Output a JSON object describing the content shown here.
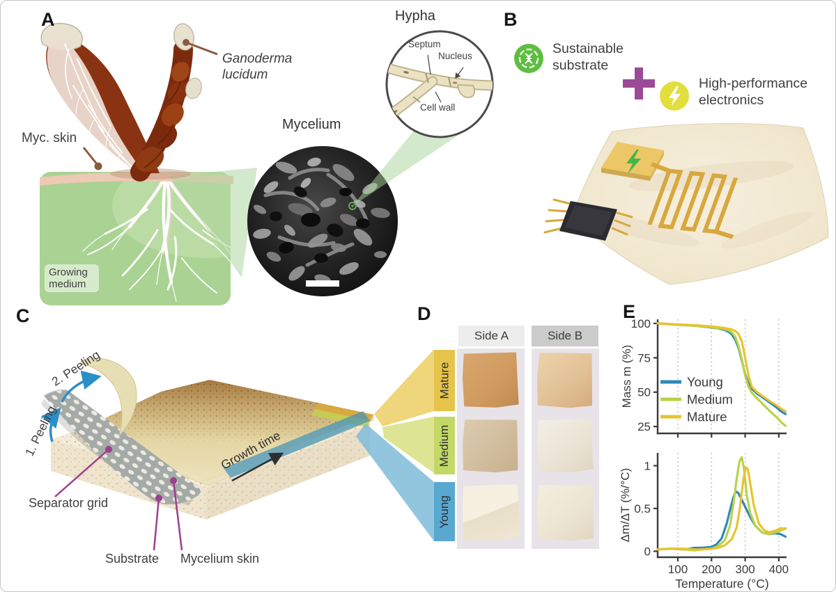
{
  "figure": {
    "panel_a": {
      "label": "A",
      "species": "Ganoderma lucidum",
      "myc_skin": "Myc. skin",
      "growing_medium": "Growing medium",
      "mycelium_title": "Mycelium",
      "hypha_title": "Hypha",
      "septum": "Septum",
      "nucleus": "Nucleus",
      "cell_wall": "Cell wall"
    },
    "panel_b": {
      "label": "B",
      "sustainable": "Sustainable substrate",
      "high_performance": "High-performance electronics"
    },
    "panel_c": {
      "label": "C",
      "peeling_1": "1. Peeling",
      "peeling_2": "2. Peeling",
      "growth_time": "Growth time",
      "separator_grid": "Separator grid",
      "substrate": "Substrate",
      "mycelium_skin": "Mycelium skin"
    },
    "panel_d": {
      "label": "D",
      "side_a": "Side A",
      "side_b": "Side B",
      "rows": [
        {
          "label": "Mature",
          "color": "#e6c34a"
        },
        {
          "label": "Medium",
          "color": "#c2d967"
        },
        {
          "label": "Young",
          "color": "#58a8d0"
        }
      ]
    },
    "panel_e": {
      "label": "E"
    },
    "colors": {
      "young": "#2f88b8",
      "medium": "#b9d24c",
      "mature": "#e9c32e",
      "plus": "#9a4a96",
      "pointer": "#9c3f8f"
    }
  },
  "chart_data": [
    {
      "type": "line",
      "title": "",
      "xlabel": "",
      "ylabel": "Mass m (%)",
      "x_axis": {
        "min": 40,
        "max": 423,
        "gridlines": [
          100,
          200,
          300,
          400
        ],
        "tick_labels": []
      },
      "y_axis": {
        "min": 20,
        "max": 103,
        "ticks": [
          25,
          50,
          75,
          100
        ]
      },
      "legend_position": "center-left",
      "grid": "dotted-vertical",
      "series": [
        {
          "name": "Young",
          "color": "#2f88b8",
          "x": [
            40,
            100,
            150,
            200,
            220,
            240,
            250,
            260,
            270,
            280,
            290,
            300,
            310,
            320,
            335,
            350,
            370,
            390,
            410,
            420
          ],
          "y": [
            100,
            99,
            98.4,
            97,
            96.4,
            95.2,
            94,
            92,
            88.5,
            82.5,
            73,
            63,
            56.5,
            52.5,
            49,
            46.5,
            43,
            39.5,
            35.5,
            34
          ]
        },
        {
          "name": "Medium",
          "color": "#b9d24c",
          "x": [
            40,
            100,
            150,
            200,
            220,
            240,
            250,
            260,
            270,
            280,
            290,
            300,
            310,
            320,
            335,
            350,
            370,
            390,
            410,
            420
          ],
          "y": [
            100,
            99,
            98.4,
            97.2,
            96.6,
            95.8,
            95,
            93.5,
            90.5,
            84,
            74,
            62,
            54,
            49.5,
            45.5,
            42,
            37,
            32.5,
            27.5,
            25.5
          ]
        },
        {
          "name": "Mature",
          "color": "#e9c32e",
          "x": [
            40,
            100,
            150,
            200,
            220,
            240,
            250,
            260,
            270,
            280,
            290,
            300,
            310,
            320,
            335,
            350,
            370,
            390,
            410,
            420
          ],
          "y": [
            100,
            99.3,
            98.8,
            97.8,
            97.3,
            96.6,
            96.2,
            95.6,
            94.6,
            92.5,
            87,
            75,
            62,
            54,
            50,
            47.5,
            44,
            41,
            37.5,
            36
          ]
        }
      ]
    },
    {
      "type": "line",
      "title": "",
      "xlabel": "Temperature (°C)",
      "ylabel": "Δm/ΔT (%/°C)",
      "x_axis": {
        "min": 40,
        "max": 423,
        "gridlines": [
          100,
          200,
          300,
          400
        ],
        "tick_labels": [
          100,
          200,
          300,
          400
        ]
      },
      "y_axis": {
        "min": -0.07,
        "max": 1.15,
        "ticks": [
          0,
          0.5,
          1
        ]
      },
      "grid": "dotted-vertical",
      "series": [
        {
          "name": "Young",
          "color": "#2f88b8",
          "x": [
            40,
            80,
            120,
            150,
            170,
            200,
            215,
            230,
            245,
            255,
            265,
            272,
            280,
            290,
            300,
            315,
            330,
            350,
            370,
            390,
            405,
            420
          ],
          "y": [
            0.02,
            0.03,
            0.02,
            0.04,
            0.04,
            0.05,
            0.08,
            0.15,
            0.32,
            0.48,
            0.63,
            0.7,
            0.68,
            0.6,
            0.52,
            0.4,
            0.3,
            0.22,
            0.2,
            0.21,
            0.2,
            0.17
          ]
        },
        {
          "name": "Medium",
          "color": "#b9d24c",
          "x": [
            40,
            80,
            120,
            150,
            170,
            200,
            220,
            240,
            255,
            265,
            275,
            283,
            290,
            297,
            305,
            315,
            330,
            350,
            370,
            390,
            405,
            420
          ],
          "y": [
            0.02,
            0.03,
            0.02,
            0.01,
            0.02,
            0.03,
            0.06,
            0.13,
            0.3,
            0.55,
            0.85,
            1.05,
            1.1,
            0.95,
            0.65,
            0.45,
            0.3,
            0.22,
            0.2,
            0.22,
            0.24,
            0.27
          ]
        },
        {
          "name": "Mature",
          "color": "#e9c32e",
          "x": [
            40,
            80,
            120,
            150,
            170,
            200,
            220,
            240,
            260,
            275,
            285,
            295,
            302,
            308,
            315,
            325,
            340,
            355,
            370,
            390,
            405,
            420
          ],
          "y": [
            0.02,
            0.03,
            0.03,
            0.02,
            0.02,
            0.03,
            0.04,
            0.07,
            0.14,
            0.28,
            0.52,
            0.85,
            0.98,
            0.96,
            0.8,
            0.55,
            0.33,
            0.25,
            0.22,
            0.24,
            0.27,
            0.26
          ]
        }
      ]
    }
  ]
}
